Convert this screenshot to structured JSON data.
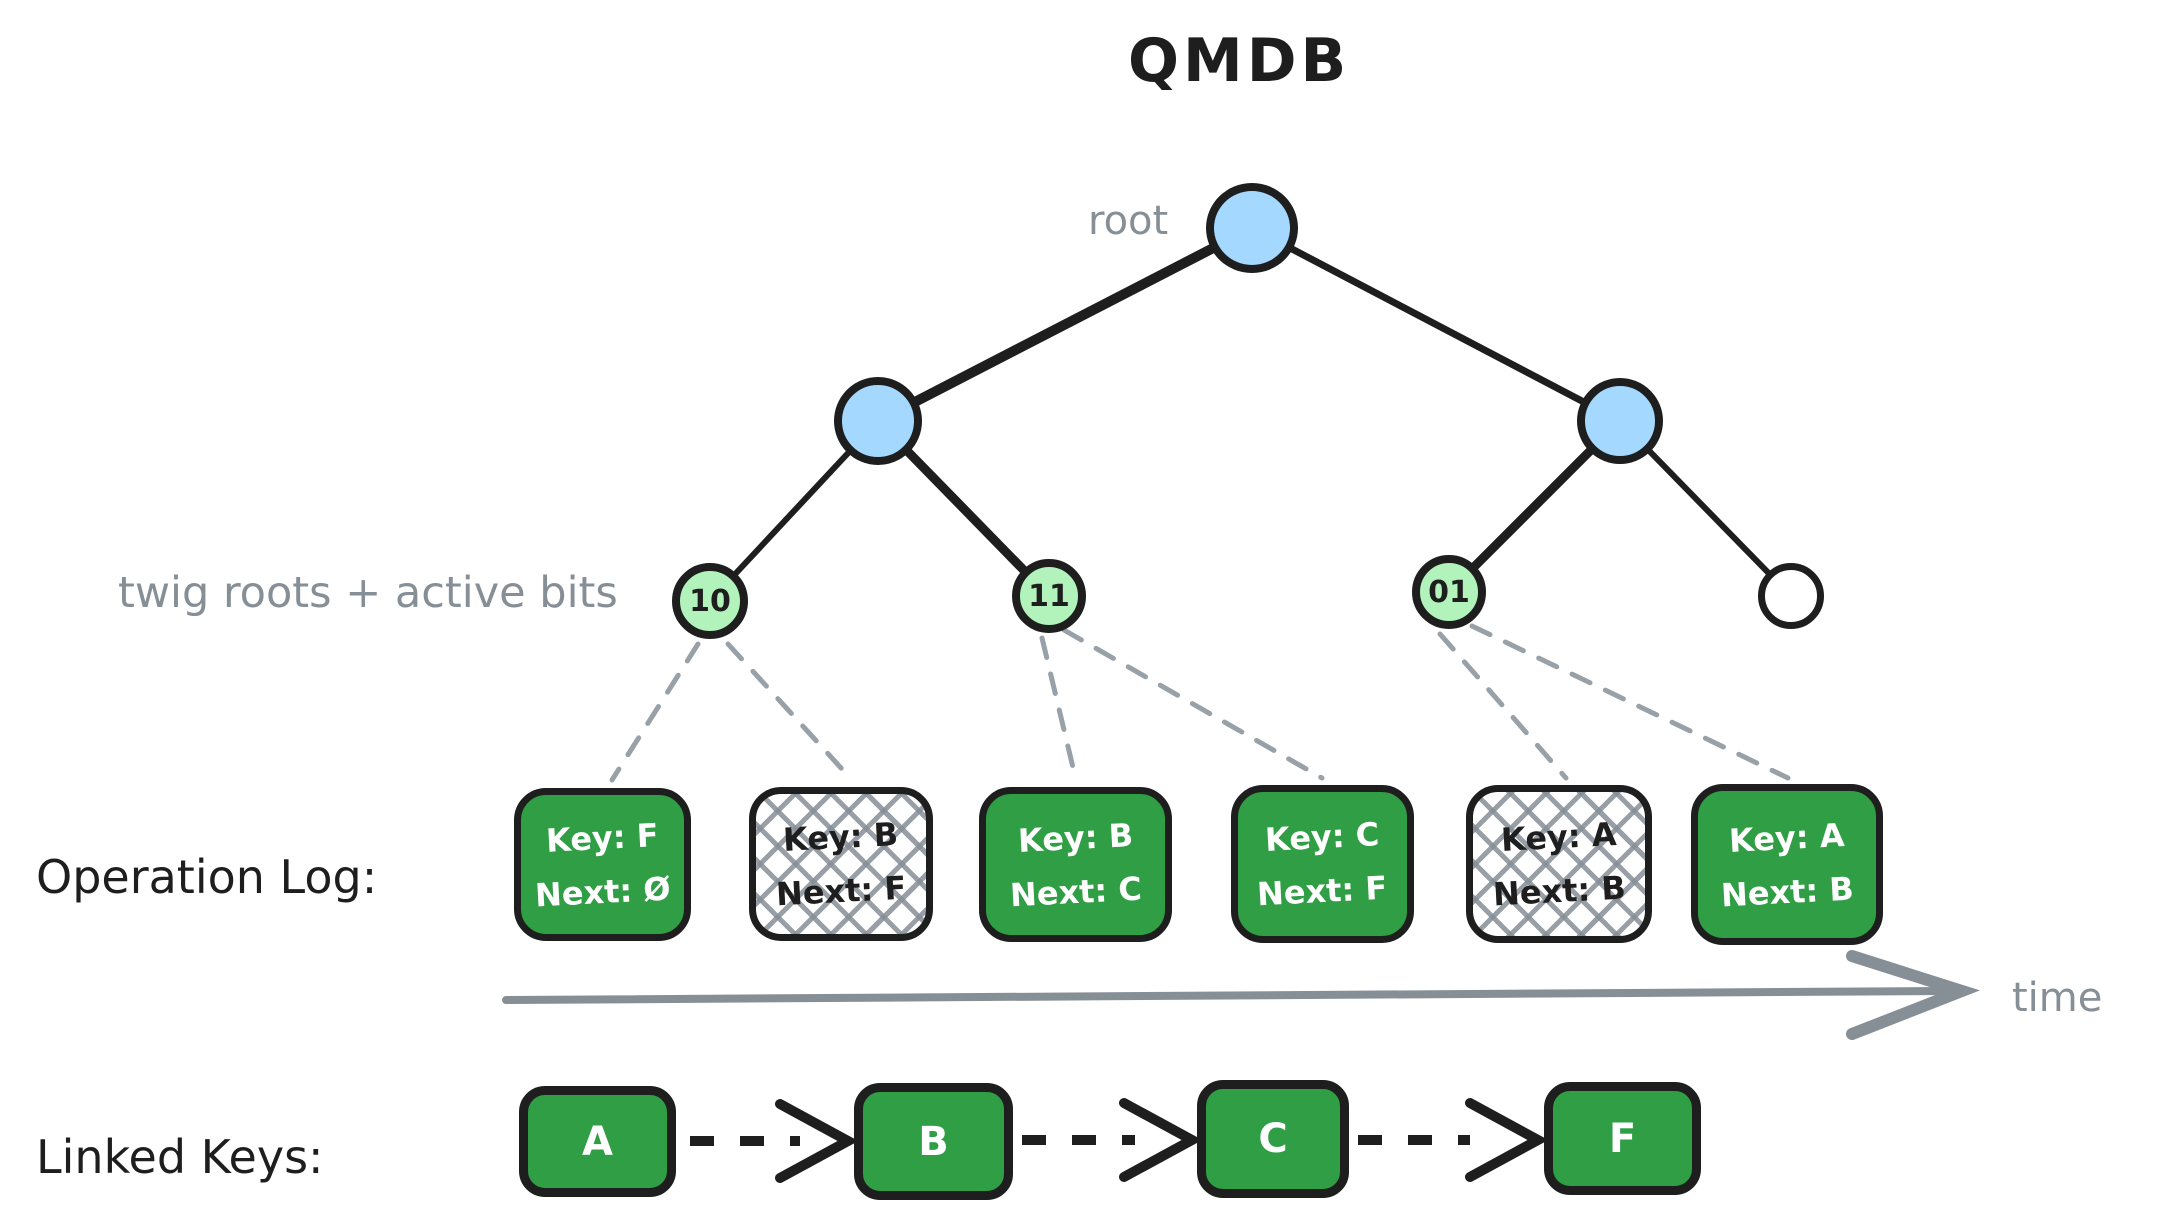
{
  "title": "QMDB",
  "colors": {
    "node_blue": "#a5d8ff",
    "twig_green": "#b2f2bb",
    "box_green": "#2f9e44",
    "label_gray": "#868e96",
    "stroke_black": "#1e1e1e"
  },
  "tree": {
    "root_label": "root",
    "twig_label": "twig roots + active bits",
    "twigs": [
      {
        "label": "10"
      },
      {
        "label": "11"
      },
      {
        "label": "01"
      },
      {
        "label": ""
      }
    ]
  },
  "operation_log": {
    "label": "Operation Log:",
    "entries": [
      {
        "key": "Key: F",
        "next": "Next: Ø",
        "style": "green"
      },
      {
        "key": "Key: B",
        "next": "Next: F",
        "style": "hatched"
      },
      {
        "key": "Key: B",
        "next": "Next: C",
        "style": "green"
      },
      {
        "key": "Key: C",
        "next": "Next: F",
        "style": "green"
      },
      {
        "key": "Key: A",
        "next": "Next: B",
        "style": "hatched"
      },
      {
        "key": "Key: A",
        "next": "Next: B",
        "style": "green"
      }
    ]
  },
  "time_axis": {
    "label": "time"
  },
  "linked_keys": {
    "label": "Linked Keys:",
    "keys": [
      {
        "label": "A"
      },
      {
        "label": "B"
      },
      {
        "label": "C"
      },
      {
        "label": "F"
      }
    ]
  }
}
